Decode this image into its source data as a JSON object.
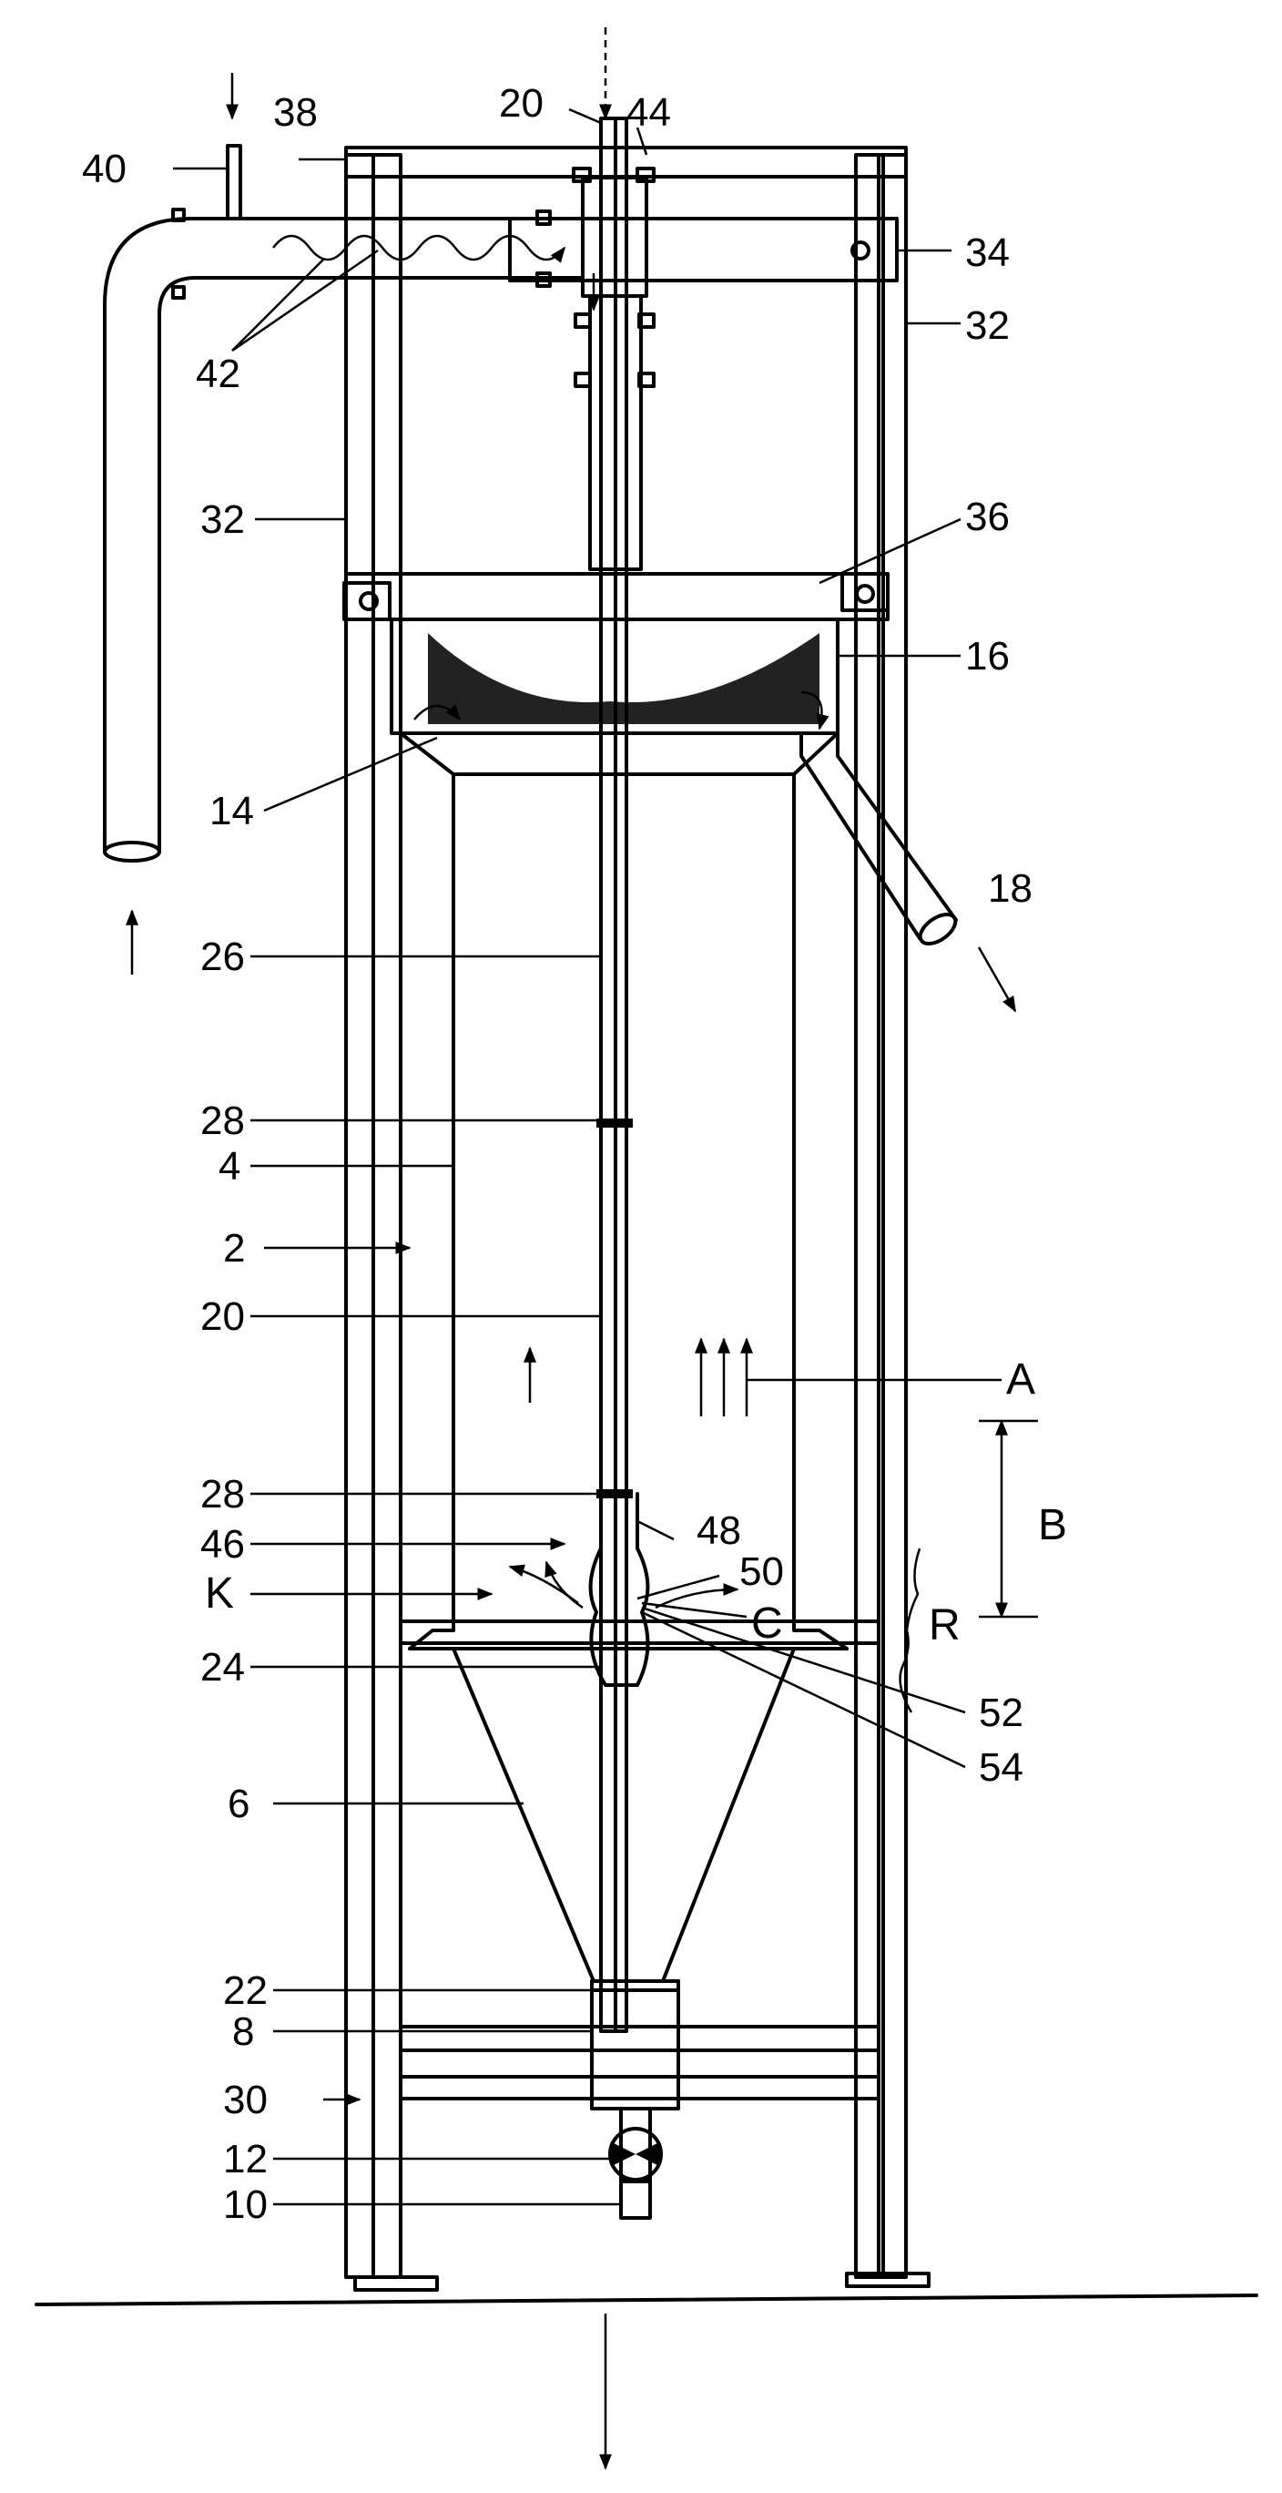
{
  "labels": {
    "l20_top": "20",
    "l44": "44",
    "l38": "38",
    "l40": "40",
    "l34": "34",
    "l32_right": "32",
    "l42": "42",
    "l32_left": "32",
    "l36": "36",
    "l16": "16",
    "l14": "14",
    "l18": "18",
    "l26": "26",
    "l28_upper": "28",
    "l4": "4",
    "l2": "2",
    "l20_mid": "20",
    "lA": "A",
    "lB": "B",
    "l28_lower": "28",
    "l46": "46",
    "l48": "48",
    "l50": "50",
    "lK": "K",
    "lC": "C",
    "lR": "R",
    "l24": "24",
    "l52": "52",
    "l54": "54",
    "l6": "6",
    "l22": "22",
    "l8": "8",
    "l30": "30",
    "l12": "12",
    "l10": "10"
  }
}
